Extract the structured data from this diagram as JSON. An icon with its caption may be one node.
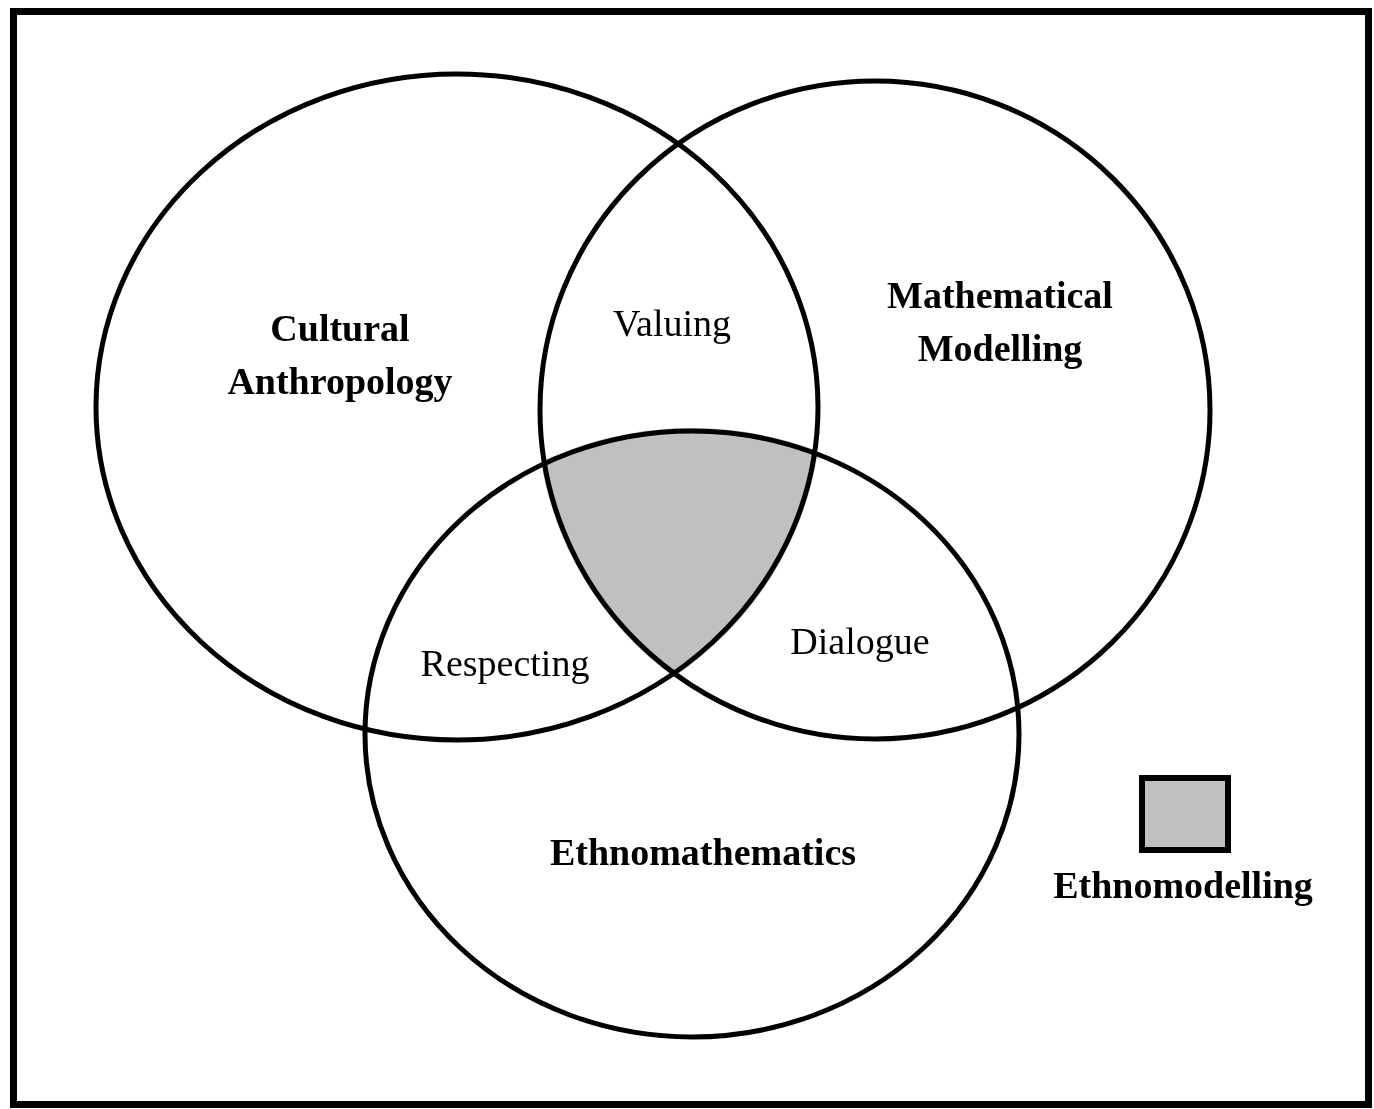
{
  "diagram": {
    "nodes": [
      {
        "text": [
          "Cultural Anthropology"
        ]
      },
      {
        "text": [
          "Mathematical Modelling"
        ]
      },
      {
        "text": [
          "Ethnomathematics"
        ]
      },
      {
        "text": [],
        "shape": "region"
      }
    ],
    "labels": [
      "Valuing",
      "Respecting",
      "Dialogue"
    ],
    "legend": [
      {
        "text": "Ethnomodelling",
        "color": "#c0c0c0"
      }
    ]
  }
}
